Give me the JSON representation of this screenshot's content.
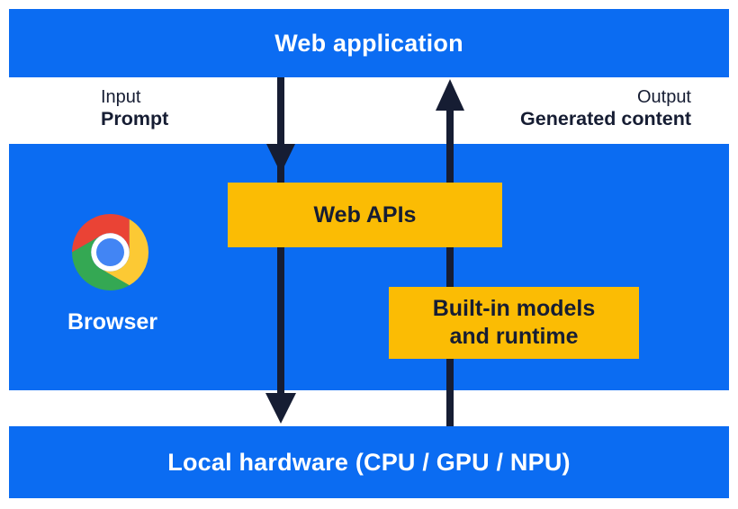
{
  "colors": {
    "blue": "#0B6CF2",
    "amber": "#FBBC04",
    "navy": "#161D33",
    "chrome_red": "#EA4335",
    "chrome_yellow": "#FCC934",
    "chrome_green": "#34A853",
    "chrome_blue": "#4285F4"
  },
  "diagram": {
    "top_bar": {
      "label": "Web application"
    },
    "io_labels": {
      "input": {
        "caption": "Input",
        "value": "Prompt"
      },
      "output": {
        "caption": "Output",
        "value": "Generated content"
      }
    },
    "browser": {
      "label": "Browser",
      "logo": "chrome-logo"
    },
    "boxes": {
      "web_apis": {
        "label": "Web APIs"
      },
      "builtin": {
        "label_line1": "Built-in models",
        "label_line2": "and runtime"
      }
    },
    "bottom_bar": {
      "label": "Local hardware (CPU / GPU / NPU)"
    },
    "arrows": {
      "down": "prompt flow: web application to local hardware",
      "up": "generated content flow: local hardware to web application"
    }
  }
}
